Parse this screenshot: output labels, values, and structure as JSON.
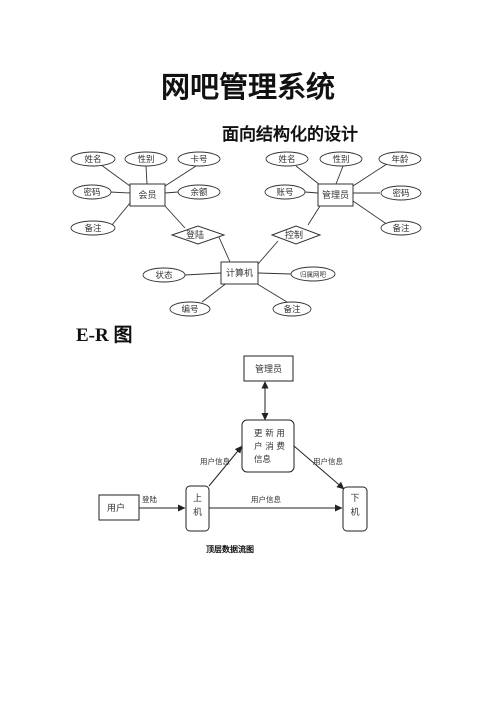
{
  "title": "网吧管理系统",
  "subtitle": "面向结构化的设计",
  "er_label": "E-R 图",
  "er": {
    "entities": {
      "member": "会员",
      "admin": "管理员",
      "computer": "计算机"
    },
    "member_attrs": [
      "姓名",
      "性别",
      "卡号",
      "密码",
      "余额",
      "备注"
    ],
    "admin_attrs": [
      "姓名",
      "性别",
      "年龄",
      "账号",
      "密码",
      "备注"
    ],
    "computer_attrs": [
      "状态",
      "归属网吧",
      "编号",
      "备注"
    ],
    "relations": {
      "login": "登陆",
      "control": "控制"
    }
  },
  "dfd": {
    "admin": "管理员",
    "process_lines": [
      "更 新 用",
      "户 消 费",
      "信息"
    ],
    "user": "用户",
    "login_label": "登陆",
    "online": [
      "上",
      "机"
    ],
    "offline": [
      "下",
      "机"
    ],
    "flow_left": "用户信息",
    "flow_right": "用户信息",
    "flow_bottom": "用户信息"
  },
  "caption": "顶层数据流图"
}
